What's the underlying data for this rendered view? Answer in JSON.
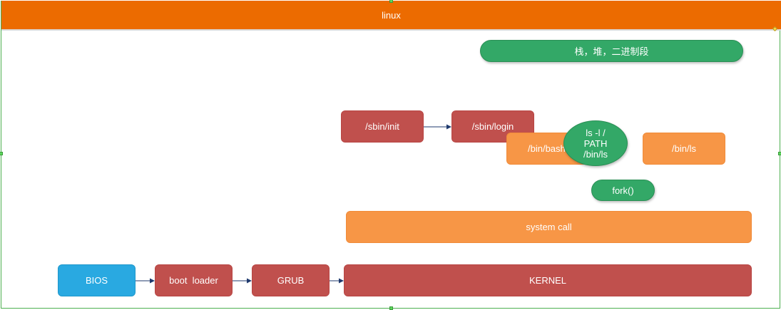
{
  "diagram": {
    "title": "linux",
    "top_bar": "栈，堆，二进制段",
    "init": "/sbin/init",
    "login": "/sbin/login",
    "bash": "/bin/bash",
    "ls_path_line1": "ls -l /",
    "ls_path_line2": "PATH",
    "ls_path_line3": "/bin/ls",
    "bin_ls": "/bin/ls",
    "fork": "fork()",
    "system_call": "system call",
    "bios": "BIOS",
    "boot_loader": "boot  loader",
    "grub": "GRUB",
    "kernel": "KERNEL"
  },
  "colors": {
    "title_bar": "#ec6b00",
    "red": "#c0504d",
    "orange": "#f79646",
    "blue": "#29a9e1",
    "green": "#33a867",
    "arrow": "#1f3a6e"
  }
}
